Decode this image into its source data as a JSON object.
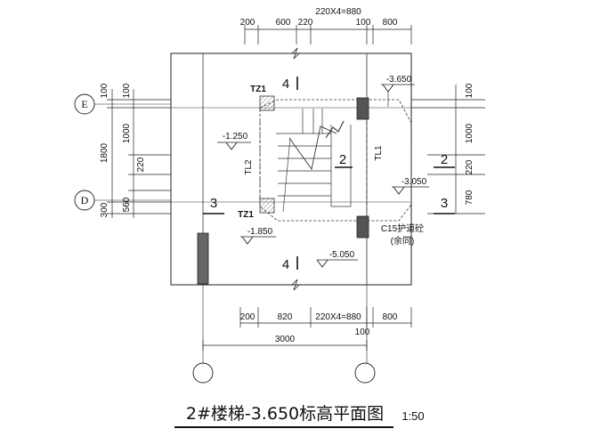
{
  "title": "2#楼梯-3.650标高平面图",
  "scale": "1:50",
  "axes": {
    "E": "E",
    "D": "D"
  },
  "dims_top": {
    "d200": "200",
    "d600": "600",
    "d220": "220",
    "d100": "100",
    "d800": "800",
    "treads": "220X4=880"
  },
  "dims_bottom": {
    "d200": "200",
    "d820": "820",
    "treads": "220X4=880",
    "d800": "800",
    "d100": "100",
    "total": "3000"
  },
  "dims_left": {
    "d100a": "100",
    "d100b": "100",
    "d1800": "1800",
    "d1000": "1000",
    "d220": "220",
    "d560": "560",
    "d300": "300"
  },
  "dims_right": {
    "d100": "100",
    "d1000": "1000",
    "d220": "220",
    "d780": "780"
  },
  "elevations": {
    "e3650": "-3.650",
    "e1250": "-1.250",
    "e3050": "-3.050",
    "e1850": "-1.850",
    "e5050": "-5.050"
  },
  "labels": {
    "tz1_top": "TZ1",
    "tz1_bottom": "TZ1",
    "tl2": "TL2",
    "tl1": "TL1",
    "c15": "C15护道砼",
    "c15_sub": "(余同)"
  },
  "sections": {
    "s4": "4",
    "s3": "3",
    "s2": "2"
  }
}
